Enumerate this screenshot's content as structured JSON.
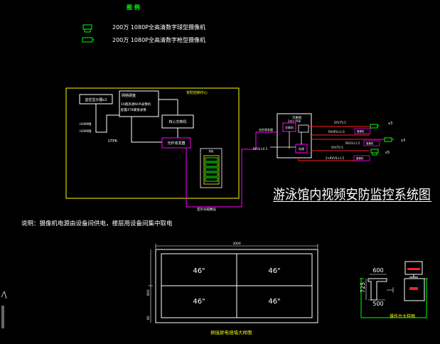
{
  "legend": {
    "title": "图 例",
    "items": [
      {
        "label": "200万 1080P全高清数字球型摄像机",
        "icon": "dome-camera-icon"
      },
      {
        "label": "200万 1080P全高清数字枪型摄像机",
        "icon": "bullet-camera-icon"
      }
    ]
  },
  "control_room": {
    "title": "安防控制中心",
    "monitor_box": "监控显示器x2",
    "nvr_box": "网络硬盘",
    "nvr_detail_1": "16路高清NVR录像机",
    "nvr_detail_2": "配置4TB硬盘录像",
    "hdmi_label_1": "HDMI线",
    "hdmi_label_2": "HDMI线",
    "switch_box": "核心交换机",
    "poe_box": "光纤收发器",
    "utp_label": "UTP6",
    "rack_label": "机柜",
    "cable_label": "室外光缆敷设"
  },
  "field": {
    "fiber_label": "光纤收发器",
    "switch_title": "交换机",
    "switch_ports": "24口 POE",
    "rvv_label": "RVV2×0.5",
    "switch_box": "交换机",
    "psu_box": "电源",
    "cable_1": "SYV75-5",
    "cable_2": "RVVP2×1.0",
    "cable_3": "RVV3×1.5",
    "cable_4": "SYV75-5",
    "cable_5": "2×RVV3×1.5",
    "cam_group_1": "摄像机",
    "cam_group_2": "摄像机",
    "cam_group_3": "摄像机",
    "count_1": "x3",
    "count_2": "x3",
    "count_3": "x5"
  },
  "diagram_title": "游泳馆内视频安防监控系统图",
  "note": "说明：摄像机电源由设备间供电，楼层用设备间集中取电",
  "wall": {
    "width_dim": "3000",
    "screens": [
      "46\"",
      "46\"",
      "46\"",
      "46\""
    ],
    "height_dim_1": "800",
    "height_dim_2": "80",
    "caption": "拼接屏电视墙大样图"
  },
  "console": {
    "dim_top": "600",
    "dim_side": "725",
    "dim_bottom": "500",
    "caption": "操作台大样图"
  },
  "colors": {
    "background": "#000000",
    "line_white": "#ffffff",
    "line_yellow": "#ffff00",
    "line_magenta": "#ff00ff",
    "line_red": "#ff2020",
    "line_green": "#00ff00",
    "line_cyan": "#00ffff"
  }
}
